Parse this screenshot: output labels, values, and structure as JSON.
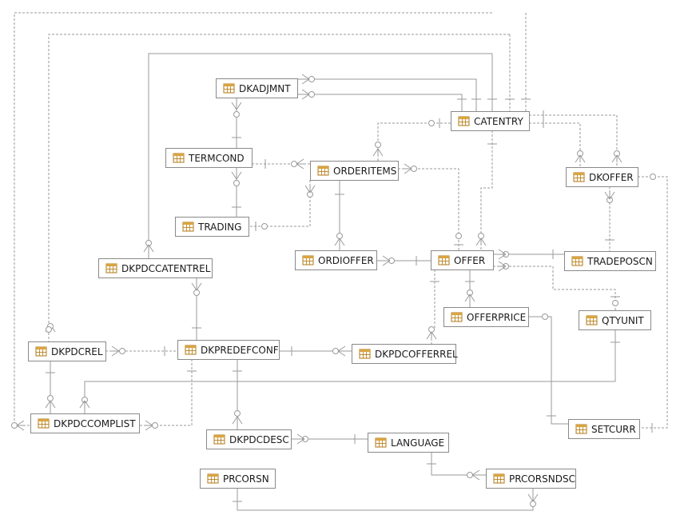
{
  "diagram": {
    "entities": [
      {
        "id": "DKADJMNT",
        "label": "DKADJMNT"
      },
      {
        "id": "CATENTRY",
        "label": "CATENTRY"
      },
      {
        "id": "TERMCOND",
        "label": "TERMCOND"
      },
      {
        "id": "ORDERITEMS",
        "label": "ORDERITEMS"
      },
      {
        "id": "DKOFFER",
        "label": "DKOFFER"
      },
      {
        "id": "TRADING",
        "label": "TRADING"
      },
      {
        "id": "DKPDCCATENTREL",
        "label": "DKPDCCATENTREL"
      },
      {
        "id": "ORDIOFFER",
        "label": "ORDIOFFER"
      },
      {
        "id": "OFFER",
        "label": "OFFER"
      },
      {
        "id": "TRADEPOSCN",
        "label": "TRADEPOSCN"
      },
      {
        "id": "OFFERPRICE",
        "label": "OFFERPRICE"
      },
      {
        "id": "QTYUNIT",
        "label": "QTYUNIT"
      },
      {
        "id": "DKPDCREL",
        "label": "DKPDCREL"
      },
      {
        "id": "DKPREDEFCONF",
        "label": "DKPREDEFCONF"
      },
      {
        "id": "DKPDCOFFERREL",
        "label": "DKPDCOFFERREL"
      },
      {
        "id": "DKPDCCOMPLIST",
        "label": "DKPDCCOMPLIST"
      },
      {
        "id": "DKPDCDESC",
        "label": "DKPDCDESC"
      },
      {
        "id": "LANGUAGE",
        "label": "LANGUAGE"
      },
      {
        "id": "SETCURR",
        "label": "SETCURR"
      },
      {
        "id": "PRCORSN",
        "label": "PRCORSN"
      },
      {
        "id": "PRCORSNDSC",
        "label": "PRCORSNDSC"
      }
    ],
    "relationships": [
      {
        "from": "DKADJMNT",
        "to": "CATENTRY",
        "style": "solid"
      },
      {
        "from": "DKADJMNT",
        "to": "CATENTRY",
        "style": "solid"
      },
      {
        "from": "DKADJMNT",
        "to": "TERMCOND",
        "style": "solid"
      },
      {
        "from": "TERMCOND",
        "to": "TRADING",
        "style": "solid"
      },
      {
        "from": "TERMCOND",
        "to": "ORDERITEMS",
        "style": "dashed"
      },
      {
        "from": "ORDERITEMS",
        "to": "CATENTRY",
        "style": "dashed"
      },
      {
        "from": "ORDERITEMS",
        "to": "TRADING",
        "style": "dashed"
      },
      {
        "from": "ORDERITEMS",
        "to": "ORDIOFFER",
        "style": "solid"
      },
      {
        "from": "ORDERITEMS",
        "to": "OFFER",
        "style": "dashed"
      },
      {
        "from": "ORDIOFFER",
        "to": "OFFER",
        "style": "solid"
      },
      {
        "from": "CATENTRY",
        "to": "OFFER",
        "style": "dashed"
      },
      {
        "from": "CATENTRY",
        "to": "DKOFFER",
        "style": "dashed"
      },
      {
        "from": "CATENTRY",
        "to": "DKOFFER",
        "style": "dashed"
      },
      {
        "from": "DKOFFER",
        "to": "TRADEPOSCN",
        "style": "dashed"
      },
      {
        "from": "TRADEPOSCN",
        "to": "OFFER",
        "style": "solid"
      },
      {
        "from": "OFFER",
        "to": "QTYUNIT",
        "style": "dashed"
      },
      {
        "from": "OFFER",
        "to": "OFFERPRICE",
        "style": "solid"
      },
      {
        "from": "OFFERPRICE",
        "to": "SETCURR",
        "style": "solid"
      },
      {
        "from": "DKOFFER",
        "to": "SETCURR",
        "style": "dashed"
      },
      {
        "from": "OFFER",
        "to": "DKPDCOFFERREL",
        "style": "dashed"
      },
      {
        "from": "DKPREDEFCONF",
        "to": "DKPDCOFFERREL",
        "style": "solid"
      },
      {
        "from": "DKPDCCATENTREL",
        "to": "DKPREDEFCONF",
        "style": "solid"
      },
      {
        "from": "CATENTRY",
        "to": "DKPDCCATENTREL",
        "style": "solid"
      },
      {
        "from": "DKPREDEFCONF",
        "to": "DKPDCREL",
        "style": "dashed"
      },
      {
        "from": "DKPDCREL",
        "to": "DKPDCCOMPLIST",
        "style": "solid"
      },
      {
        "from": "DKPREDEFCONF",
        "to": "DKPDCCOMPLIST",
        "style": "dashed"
      },
      {
        "from": "DKPREDEFCONF",
        "to": "DKPDCDESC",
        "style": "solid"
      },
      {
        "from": "LANGUAGE",
        "to": "DKPDCDESC",
        "style": "solid"
      },
      {
        "from": "LANGUAGE",
        "to": "PRCORSNDSC",
        "style": "solid"
      },
      {
        "from": "PRCORSN",
        "to": "PRCORSNDSC",
        "style": "solid"
      },
      {
        "from": "CATENTRY",
        "to": "DKPDCREL",
        "style": "dashed"
      },
      {
        "from": "CATENTRY",
        "to": "DKPDCCOMPLIST",
        "style": "dashed"
      },
      {
        "from": "QTYUNIT",
        "to": "DKPDCCOMPLIST",
        "style": "solid"
      }
    ],
    "colors": {
      "line": "#9a9a9a",
      "box_border": "#8a8a8a",
      "box_fill": "#ffffff",
      "icon_header": "#d9a441",
      "icon_border": "#b07a1c"
    }
  }
}
